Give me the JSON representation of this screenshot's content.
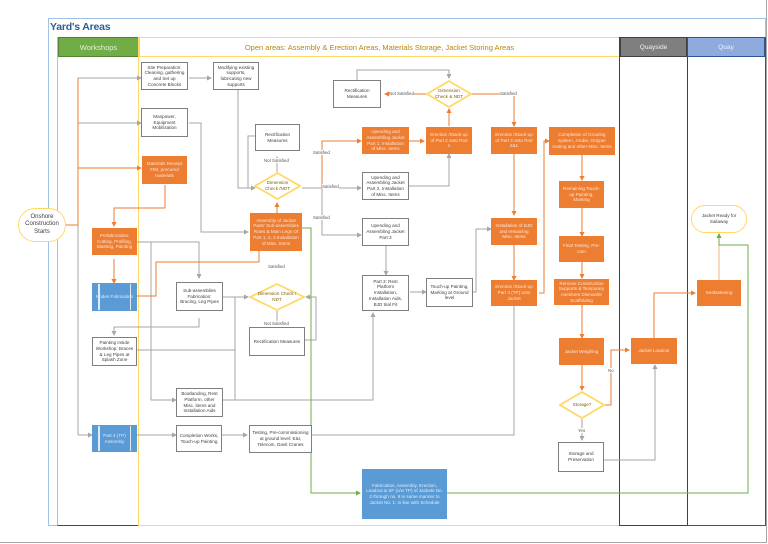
{
  "title": "Yard's Areas",
  "lanes": {
    "workshops": "Workshops",
    "open_areas": "Open areas: Assembly & Erection Areas, Materials Storage, Jacket Storing Areas",
    "quayside": "Quayside",
    "quay": "Quay"
  },
  "colors": {
    "orange": "#ed7d31",
    "blue": "#5b9bd5",
    "green": "#70ad47",
    "yellow": "#ffd966",
    "gray": "#7f7f7f"
  },
  "nodes": {
    "start": "Onshore Construction Starts",
    "site_prep": "Site Preparation: Cleaning, gathering and Set up Concrete Blocks",
    "modifying_supports": "Modifying existing supports, fabricating new supports",
    "manpower": "Manpower, Equipment Mobilization",
    "materials_receipt": "Materials Receipt FIM, procured materials",
    "prefabrication": "Prefabrication: Cutting, Profiling, Blasting, Painting",
    "nodes_fabrication": "Nodes Fabrication",
    "sub_assemblies": "Sub-assemblies Fabrication: Bracing, Leg Pipes",
    "painting_workshop": "Painting inside Workshop: Braces & Leg Pipes at Splash Zone",
    "boatlanding": "Boatlanding, Rest Platform, other Misc. items and Installation Aids",
    "part4_assembly": "Part 4 (TP) Assembly",
    "completion_works": "Completion Works, Touch-up Painting",
    "testing_precomm": "Testing, Pre-commissioning at ground level: E&I, Telecom, Davit Cranes",
    "rectification_1": "Rectification Measures",
    "dim_check_1": "Dimension Check /NDT",
    "assembly_jacket_parts": "Assembly of Jacket Parts' Sub-assemblies Rows & Main Legs Of Part 1, 2, 3 Installation of Misc. Items",
    "dim_check_2": "Dimension Check / NDT",
    "rectification_2": "Rectification Measures",
    "upending_part1": "Upending and Assembling Jacket Part 1, Installation of Misc. Items",
    "upending_part2": "Upending and Assembling Jacket Part 2, Installation of Misc. Items",
    "upending_part3": "Upending and Assembling Jacket Part 3",
    "part3_rest_platform": "Part 3: Rest Platform Installation, Installation Aids, BJD trial Fit",
    "touchup_ground": "Touch-up Painting, Marking at Ground level",
    "rectification_3": "Rectification Measures",
    "dim_check_3": "Dimension Check & NDT",
    "erection_p2_p1": "Erection /Stack-up of Part 2 onto Part 1",
    "erection_p3_p21": "Erection /Stack-up of Part 3 onto Part 2&1",
    "installation_bjd": "Installation of BJD and remaining Misc. Items",
    "erection_p4": "Erection /Stack-up Part 4 (TP) onto Jacket",
    "completion_grouting": "Completion of Grouting system, J-tube, Gripper routing and other Misc. Items",
    "remaining_touchup": "Remaining Touch-up Painting, Marking",
    "final_testing": "Final Testing, Pre-com",
    "remove_supports": "Remove Construction Supports & Temporary members Dismantle Scaffolding",
    "jacket_weighing": "Jacket Weighing",
    "storage_q": "Storage?",
    "storage_preservation": "Storage and Preservation",
    "jacket_loadout": "Jacket Loadout",
    "seafastening": "Seafastening",
    "ready_sailaway": "Jacket Ready for Sailaway",
    "fabrication_next": "Fabrication, Assembly, Erection, Loadout & SF (c/w TP) of Jackets No. 2 through no. 8 in same manner to Jacket No. 1, in line with Schedule"
  },
  "labels": {
    "satisfied": "Satisfied",
    "not_satisfied": "Not Satisfied",
    "yes": "Yes",
    "no": "No"
  }
}
